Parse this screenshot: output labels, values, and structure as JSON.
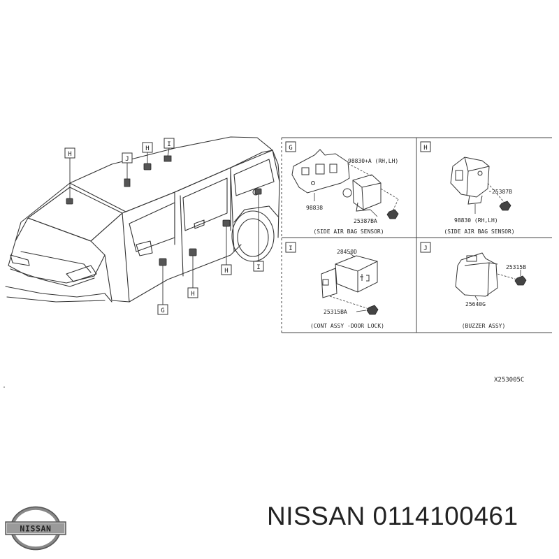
{
  "callouts": {
    "H": "H",
    "J": "J",
    "I": "I",
    "G": "G"
  },
  "panels": {
    "g": {
      "letter": "G",
      "part_sensor": "98830+A (RH,LH)",
      "part_bracket": "98838",
      "part_bolt": "25387BA",
      "caption": "(SIDE AIR BAG SENSOR)"
    },
    "h": {
      "letter": "H",
      "part_bolt": "25387B",
      "part_sensor": "98830 (RH,LH)",
      "caption": "(SIDE AIR BAG SENSOR)"
    },
    "i": {
      "letter": "I",
      "part_unit": "28450D",
      "part_bolt": "25315BA",
      "caption": "(CONT ASSY -DOOR LOCK)"
    },
    "j": {
      "letter": "J",
      "part_bolt": "25315B",
      "part_buzzer": "25640G",
      "caption": "(BUZZER ASSY)"
    }
  },
  "diagram_code": "X253005C",
  "brand": {
    "logo_text": "NISSAN",
    "title": "NISSAN 0114100461"
  }
}
